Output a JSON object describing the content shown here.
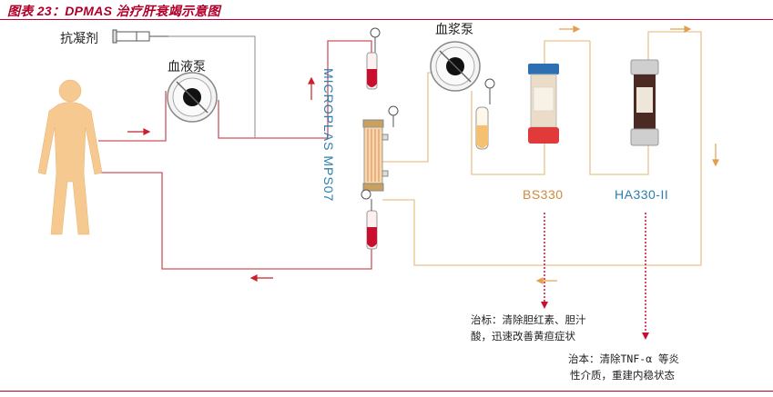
{
  "figure": {
    "title": "图表 23：DPMAS 治疗肝衰竭示意图"
  },
  "labels": {
    "anticoagulant": "抗凝剂",
    "blood_pump": "血液泵",
    "plasma_pump": "血浆泵",
    "mps_filter": "MICROPLAS MPS07",
    "bs330": "BS330",
    "ha330": "HA330-II"
  },
  "notes": {
    "bs330_line1": "治标：清除胆红素、胆汁",
    "bs330_line2": "酸，迅速改善黄疸症状",
    "ha330_line1": "治本：清除TNF-α 等炎",
    "ha330_line2": "性介质，重建内稳状态"
  },
  "colors": {
    "title": "#b0002a",
    "blood_line": "#d0505c",
    "plasma_line": "#e8c48e",
    "bs330": "#d08a3c",
    "ha330": "#2a7fae",
    "arrow_blood": "#c8202c",
    "arrow_plasma": "#e0a050"
  }
}
